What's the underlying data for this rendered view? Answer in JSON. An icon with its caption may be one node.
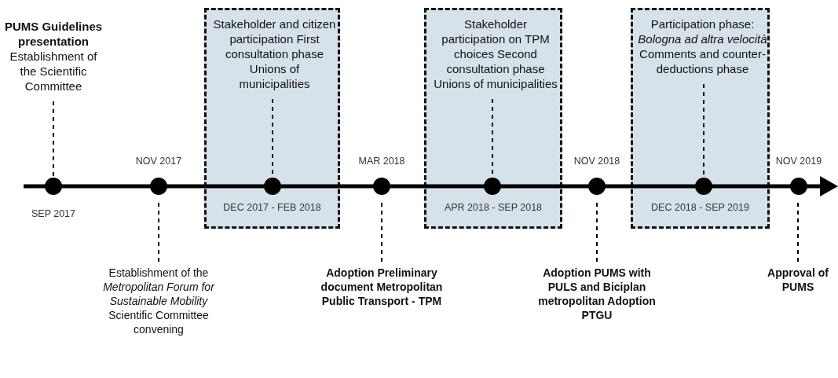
{
  "diagram": {
    "nodes": [
      {
        "text": [
          "PUMS Guidelines presentation",
          "Establishment of the Scientific Committee"
        ]
      },
      {
        "text": [],
        "shape": "circle",
        "beside": [
          "SEP 2017"
        ]
      },
      {
        "text": [],
        "shape": "circle",
        "beside": [
          "NOV 2017"
        ]
      },
      {
        "text": [
          "Establishment of the *Metropolitan Forum for Sustainable Mobility* Scientific Committee convening"
        ]
      },
      {
        "text": [
          "DEC 2017 - FEB 2018"
        ]
      },
      {
        "text": [
          "Stakeholder and citizen participation First consultation phase Unions of municipalities"
        ],
        "in": 4
      },
      {
        "text": [],
        "shape": "circle",
        "in": 4
      },
      {
        "text": [],
        "shape": "circle",
        "beside": [
          "MAR 2018"
        ]
      },
      {
        "text": [
          "Adoption Preliminary document Metropolitan Public Transport - TPM"
        ]
      },
      {
        "text": [
          "APR 2018 - SEP 2018"
        ]
      },
      {
        "text": [
          "Stakeholder participation on TPM choices Second consultation phase Unions of municipalities"
        ],
        "in": 9
      },
      {
        "text": [],
        "shape": "circle",
        "in": 9
      },
      {
        "text": [],
        "shape": "circle",
        "beside": [
          "NOV 2018"
        ]
      },
      {
        "text": [
          "Adoption PUMS with PULS and Biciplan metropolitan Adoption PTGU"
        ]
      },
      {
        "text": [
          "DEC 2018 - SEP 2019"
        ]
      },
      {
        "text": [
          "Participation phase: *Bologna ad altra velocità* Comments and counter-deductions phase"
        ],
        "in": 14
      },
      {
        "text": [],
        "shape": "circle",
        "in": 14
      },
      {
        "text": [],
        "shape": "circle",
        "beside": [
          "NOV 2019"
        ]
      },
      {
        "text": [
          "Approval of PUMS"
        ]
      }
    ],
    "edges": [
      {
        "from": 0,
        "to": 1,
        "arrow": "none",
        "style": "dashed"
      },
      {
        "from": 2,
        "to": 3,
        "arrow": "none",
        "style": "dashed"
      },
      {
        "from": 5,
        "to": 6,
        "arrow": "none",
        "style": "dashed"
      },
      {
        "from": 7,
        "to": 8,
        "arrow": "none",
        "style": "dashed"
      },
      {
        "from": 10,
        "to": 11,
        "arrow": "none",
        "style": "dashed"
      },
      {
        "from": 12,
        "to": 13,
        "arrow": "none",
        "style": "dashed"
      },
      {
        "from": 15,
        "to": 16,
        "arrow": "none",
        "style": "dashed"
      },
      {
        "from": 17,
        "to": 18,
        "arrow": "none",
        "style": "dashed"
      }
    ]
  }
}
